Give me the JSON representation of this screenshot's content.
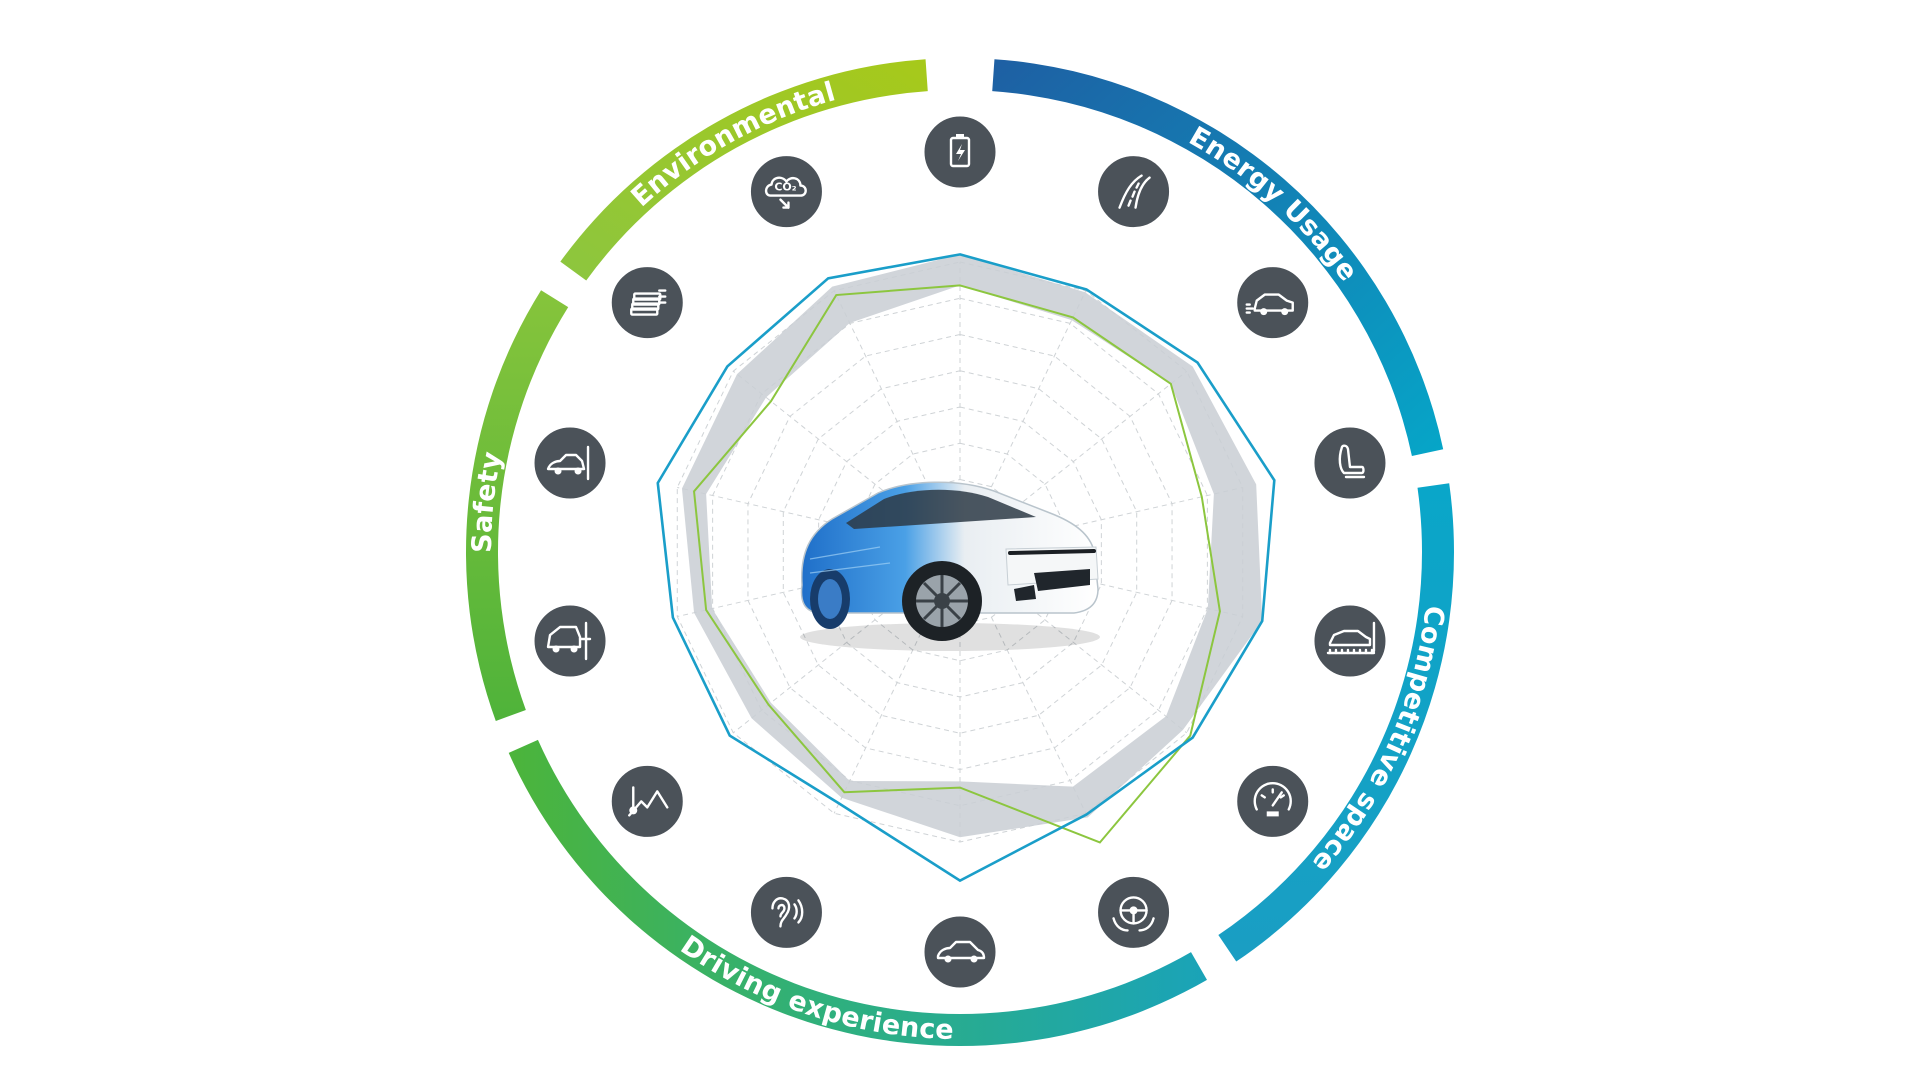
{
  "segments": [
    {
      "id": "energy",
      "label": "Energy Usage",
      "color_start": "#1e5fa3",
      "color_end": "#06a6c8"
    },
    {
      "id": "space",
      "label": "Competitive space",
      "color_start": "#0aa6c9",
      "color_end": "#1a9ec3"
    },
    {
      "id": "driving",
      "label": "Driving experience",
      "color_start": "#1ea9b2",
      "color_end": "#4cb43a"
    },
    {
      "id": "safety",
      "label": "Safety",
      "color_start": "#4fb33a",
      "color_end": "#8cc63f"
    },
    {
      "id": "environmental",
      "label": "Environmental",
      "color_start": "#8cc63f",
      "color_end": "#a7c91a"
    }
  ],
  "icons": [
    {
      "name": "battery-icon"
    },
    {
      "name": "road-icon"
    },
    {
      "name": "ev-charging-car-icon"
    },
    {
      "name": "car-seat-icon"
    },
    {
      "name": "car-dimension-ruler-icon"
    },
    {
      "name": "speedometer-icon"
    },
    {
      "name": "steering-wheel-hands-icon"
    },
    {
      "name": "car-silhouette-icon"
    },
    {
      "name": "hearing-ear-icon"
    },
    {
      "name": "thermometer-mountain-icon"
    },
    {
      "name": "car-side-crash-icon"
    },
    {
      "name": "car-front-crash-icon"
    },
    {
      "name": "money-stack-icon"
    },
    {
      "name": "co2-cloud-icon",
      "text": "CO₂"
    }
  ],
  "radar": {
    "axes": 14,
    "rings": 8,
    "band_outer": [
      0.96,
      0.93,
      0.96,
      0.98,
      1.0,
      0.92,
      0.95,
      0.92,
      0.88,
      0.86,
      0.88,
      0.92,
      0.92,
      0.95
    ],
    "band_inner": [
      0.86,
      0.83,
      0.87,
      0.84,
      0.82,
      0.85,
      0.84,
      0.74,
      0.82,
      0.78,
      0.82,
      0.84,
      0.8,
      0.82
    ],
    "blue_line": [
      0.96,
      0.94,
      0.98,
      1.04,
      1.0,
      0.96,
      0.94,
      1.06,
      0.9,
      0.95,
      0.95,
      1.0,
      0.96,
      0.98
    ],
    "green_line": [
      0.86,
      0.84,
      0.87,
      0.8,
      0.86,
      0.95,
      1.04,
      0.76,
      0.86,
      0.79,
      0.84,
      0.88,
      0.78,
      0.92
    ],
    "colors": {
      "band": "#c9ced3",
      "blue": "#1a9ec9",
      "green": "#8cc63f",
      "grid": "#cfd3d6"
    }
  }
}
